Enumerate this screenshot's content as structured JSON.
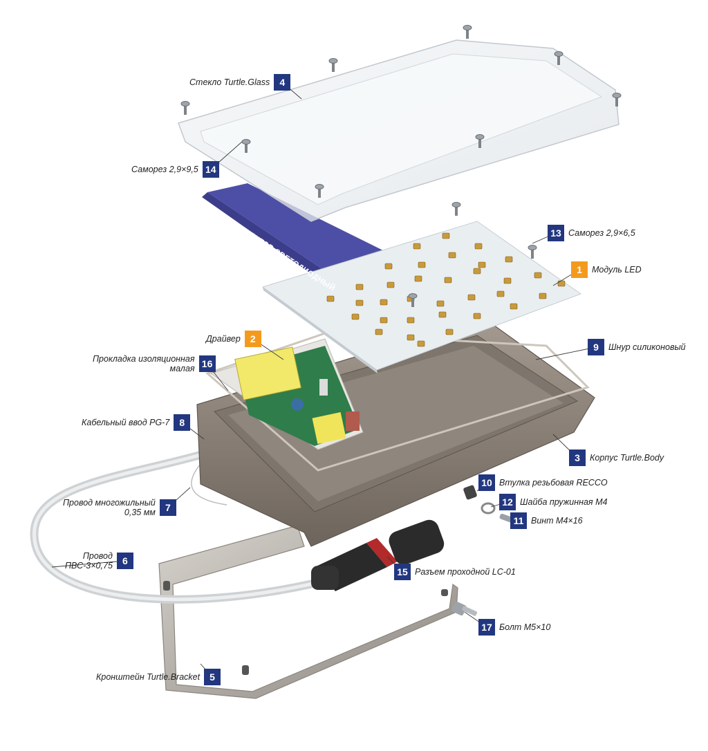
{
  "colors": {
    "badge_blue": "#22377f",
    "badge_orange": "#f39a1e",
    "leader": "#3a3a3a",
    "body": "#867c72",
    "pcb": "#e8eef2",
    "label_card": "#4d4fa6"
  },
  "callouts": [
    {
      "num": "4",
      "label": "Стекло Turtle.Glass",
      "badge": "blue"
    },
    {
      "num": "14",
      "label": "Саморез 2,9×9,5",
      "badge": "blue"
    },
    {
      "num": "13",
      "label": "Саморез 2,9×6,5",
      "badge": "blue"
    },
    {
      "num": "1",
      "label": "Модуль LED",
      "badge": "orange"
    },
    {
      "num": "2",
      "label": "Драйвер",
      "badge": "orange"
    },
    {
      "num": "16",
      "label": "Прокладка изоляционная\nмалая",
      "badge": "blue"
    },
    {
      "num": "9",
      "label": "Шнур силиконовый",
      "badge": "blue"
    },
    {
      "num": "8",
      "label": "Кабельный ввод PG-7",
      "badge": "blue"
    },
    {
      "num": "3",
      "label": "Корпус Turtle.Body",
      "badge": "blue"
    },
    {
      "num": "10",
      "label": "Втулка резьбовая RECCO",
      "badge": "blue"
    },
    {
      "num": "12",
      "label": "Шайба  пружинная М4",
      "badge": "blue"
    },
    {
      "num": "7",
      "label": "Провод многожильный\n0,35 мм",
      "badge": "blue"
    },
    {
      "num": "11",
      "label": "Винт М4×16",
      "badge": "blue"
    },
    {
      "num": "6",
      "label": "Провод\nПВС-3×0,75",
      "badge": "blue"
    },
    {
      "num": "15",
      "label": "Разъем проходной LC-01",
      "badge": "blue"
    },
    {
      "num": "17",
      "label": "Болт М5×10",
      "badge": "blue"
    },
    {
      "num": "5",
      "label": "Кронштейн Turtle.Bracket",
      "badge": "blue"
    }
  ],
  "product_label": {
    "title": "ПРОЖЕКТОР СВЕТОДИОДНЫЙ"
  }
}
